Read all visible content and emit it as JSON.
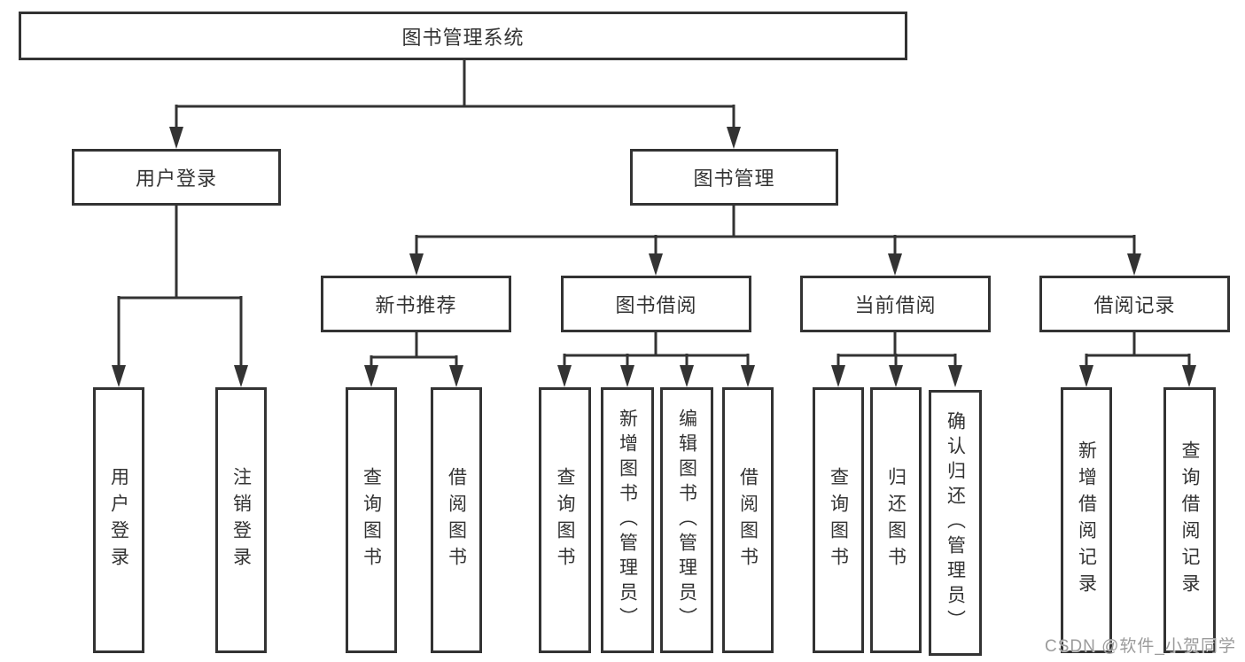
{
  "diagram": {
    "root": {
      "label": "图书管理系统"
    },
    "level2": [
      {
        "label": "用户登录",
        "children": [
          {
            "label": "用户登录"
          },
          {
            "label": "注销登录"
          }
        ]
      },
      {
        "label": "图书管理",
        "children": [
          {
            "label": "新书推荐",
            "children": [
              {
                "label": "查询图书"
              },
              {
                "label": "借阅图书"
              }
            ]
          },
          {
            "label": "图书借阅",
            "children": [
              {
                "label": "查询图书"
              },
              {
                "label": "新增图书（管理员）"
              },
              {
                "label": "编辑图书（管理员）"
              },
              {
                "label": "借阅图书"
              }
            ]
          },
          {
            "label": "当前借阅",
            "children": [
              {
                "label": "查询图书"
              },
              {
                "label": "归还图书"
              },
              {
                "label": "确认归还（管理员）"
              }
            ]
          },
          {
            "label": "借阅记录",
            "children": [
              {
                "label": "新增借阅记录"
              },
              {
                "label": "查询借阅记录"
              }
            ]
          }
        ]
      }
    ]
  },
  "watermark": {
    "text": "CSDN @软件_小贺同学"
  },
  "colors": {
    "line": "#333333",
    "text": "#333333",
    "background": "#ffffff",
    "watermark": "#9b9b9b"
  }
}
